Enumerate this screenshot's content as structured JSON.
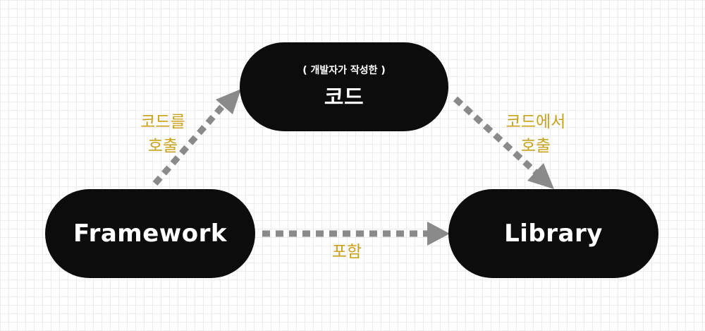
{
  "nodes": {
    "code": {
      "sub": "( 개발자가 작성한 )",
      "label": "코드"
    },
    "framework": {
      "label": "Framework"
    },
    "library": {
      "label": "Library"
    }
  },
  "edges": {
    "framework_to_code": {
      "line1": "코드를",
      "line2": "호출"
    },
    "code_to_library": {
      "line1": "코드에서",
      "line2": "호출"
    },
    "framework_to_library": {
      "label": "포함"
    }
  },
  "colors": {
    "node_fill": "#0c0c0c",
    "node_text": "#ffffff",
    "edge_line": "#8a8a8a",
    "edge_label": "#c9a21a",
    "grid": "#ececec"
  }
}
